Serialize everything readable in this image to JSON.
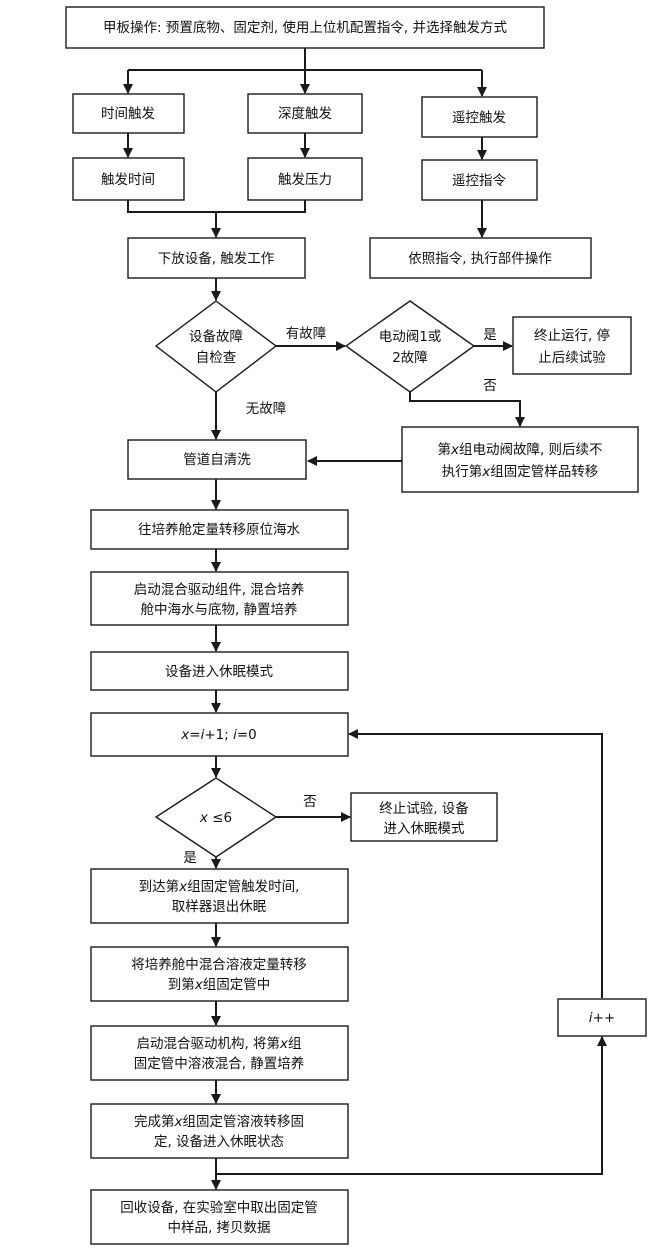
{
  "nodes": {
    "deck_op": "甲板操作: 预置底物、固定剂, 使用上位机配置指令, 并选择触发方式",
    "time_trigger": "时间触发",
    "depth_trigger": "深度触发",
    "remote_trigger": "遥控触发",
    "trigger_time": "触发时间",
    "trigger_pressure": "触发压力",
    "remote_command": "遥控指令",
    "deploy": "下放设备, 触发工作",
    "execute_cmd": "依照指令, 执行部件操作",
    "self_check": [
      "设备故障",
      "自检查"
    ],
    "valve_fault": [
      "电动阀1或",
      "2故障"
    ],
    "stop_run": [
      "终止运行, 停",
      "止后续试验"
    ],
    "valve_x_fault": {
      "line1": [
        "第",
        "x",
        "组电动阀故障, 则后续不"
      ],
      "line2": [
        "执行第",
        "x",
        "组固定管样品转移"
      ]
    },
    "pipe_clean": "管道自清洗",
    "transfer_seawater": "往培养舱定量转移原位海水",
    "start_mix": [
      "启动混合驱动组件, 混合培养",
      "舱中海水与底物, 静置培养"
    ],
    "sleep_mode": "设备进入休眠模式",
    "init_counter": [
      "x",
      "=",
      "i",
      "+1; ",
      "i",
      "=0"
    ],
    "check_x": [
      "x",
      " ≤6"
    ],
    "end_test": [
      "终止试验, 设备",
      "进入休眠模式"
    ],
    "reach_time": {
      "line1": [
        "到达第",
        "x",
        "组固定管触发时间,"
      ],
      "line2": "取样器退出休眠"
    },
    "transfer_mix": {
      "line1": "将培养舱中混合溶液定量转移",
      "line2": [
        "到第",
        "x",
        "组固定管中"
      ]
    },
    "start_mix_tube": {
      "line1": [
        "启动混合驱动机构, 将第",
        "x",
        "组"
      ],
      "line2": "固定管中溶液混合, 静置培养"
    },
    "complete_transfer": {
      "line1": [
        "完成第",
        "x",
        "组固定管溶液转移固"
      ],
      "line2": "定, 设备进入休眠状态"
    },
    "recover": [
      "回收设备, 在实验室中取出固定管",
      "中样品, 拷贝数据"
    ],
    "increment": [
      "i",
      "++"
    ]
  },
  "edge_labels": {
    "has_fault": "有故障",
    "no_fault": "无故障",
    "yes": "是",
    "no": "否",
    "no2": "否",
    "yes2": "是"
  }
}
